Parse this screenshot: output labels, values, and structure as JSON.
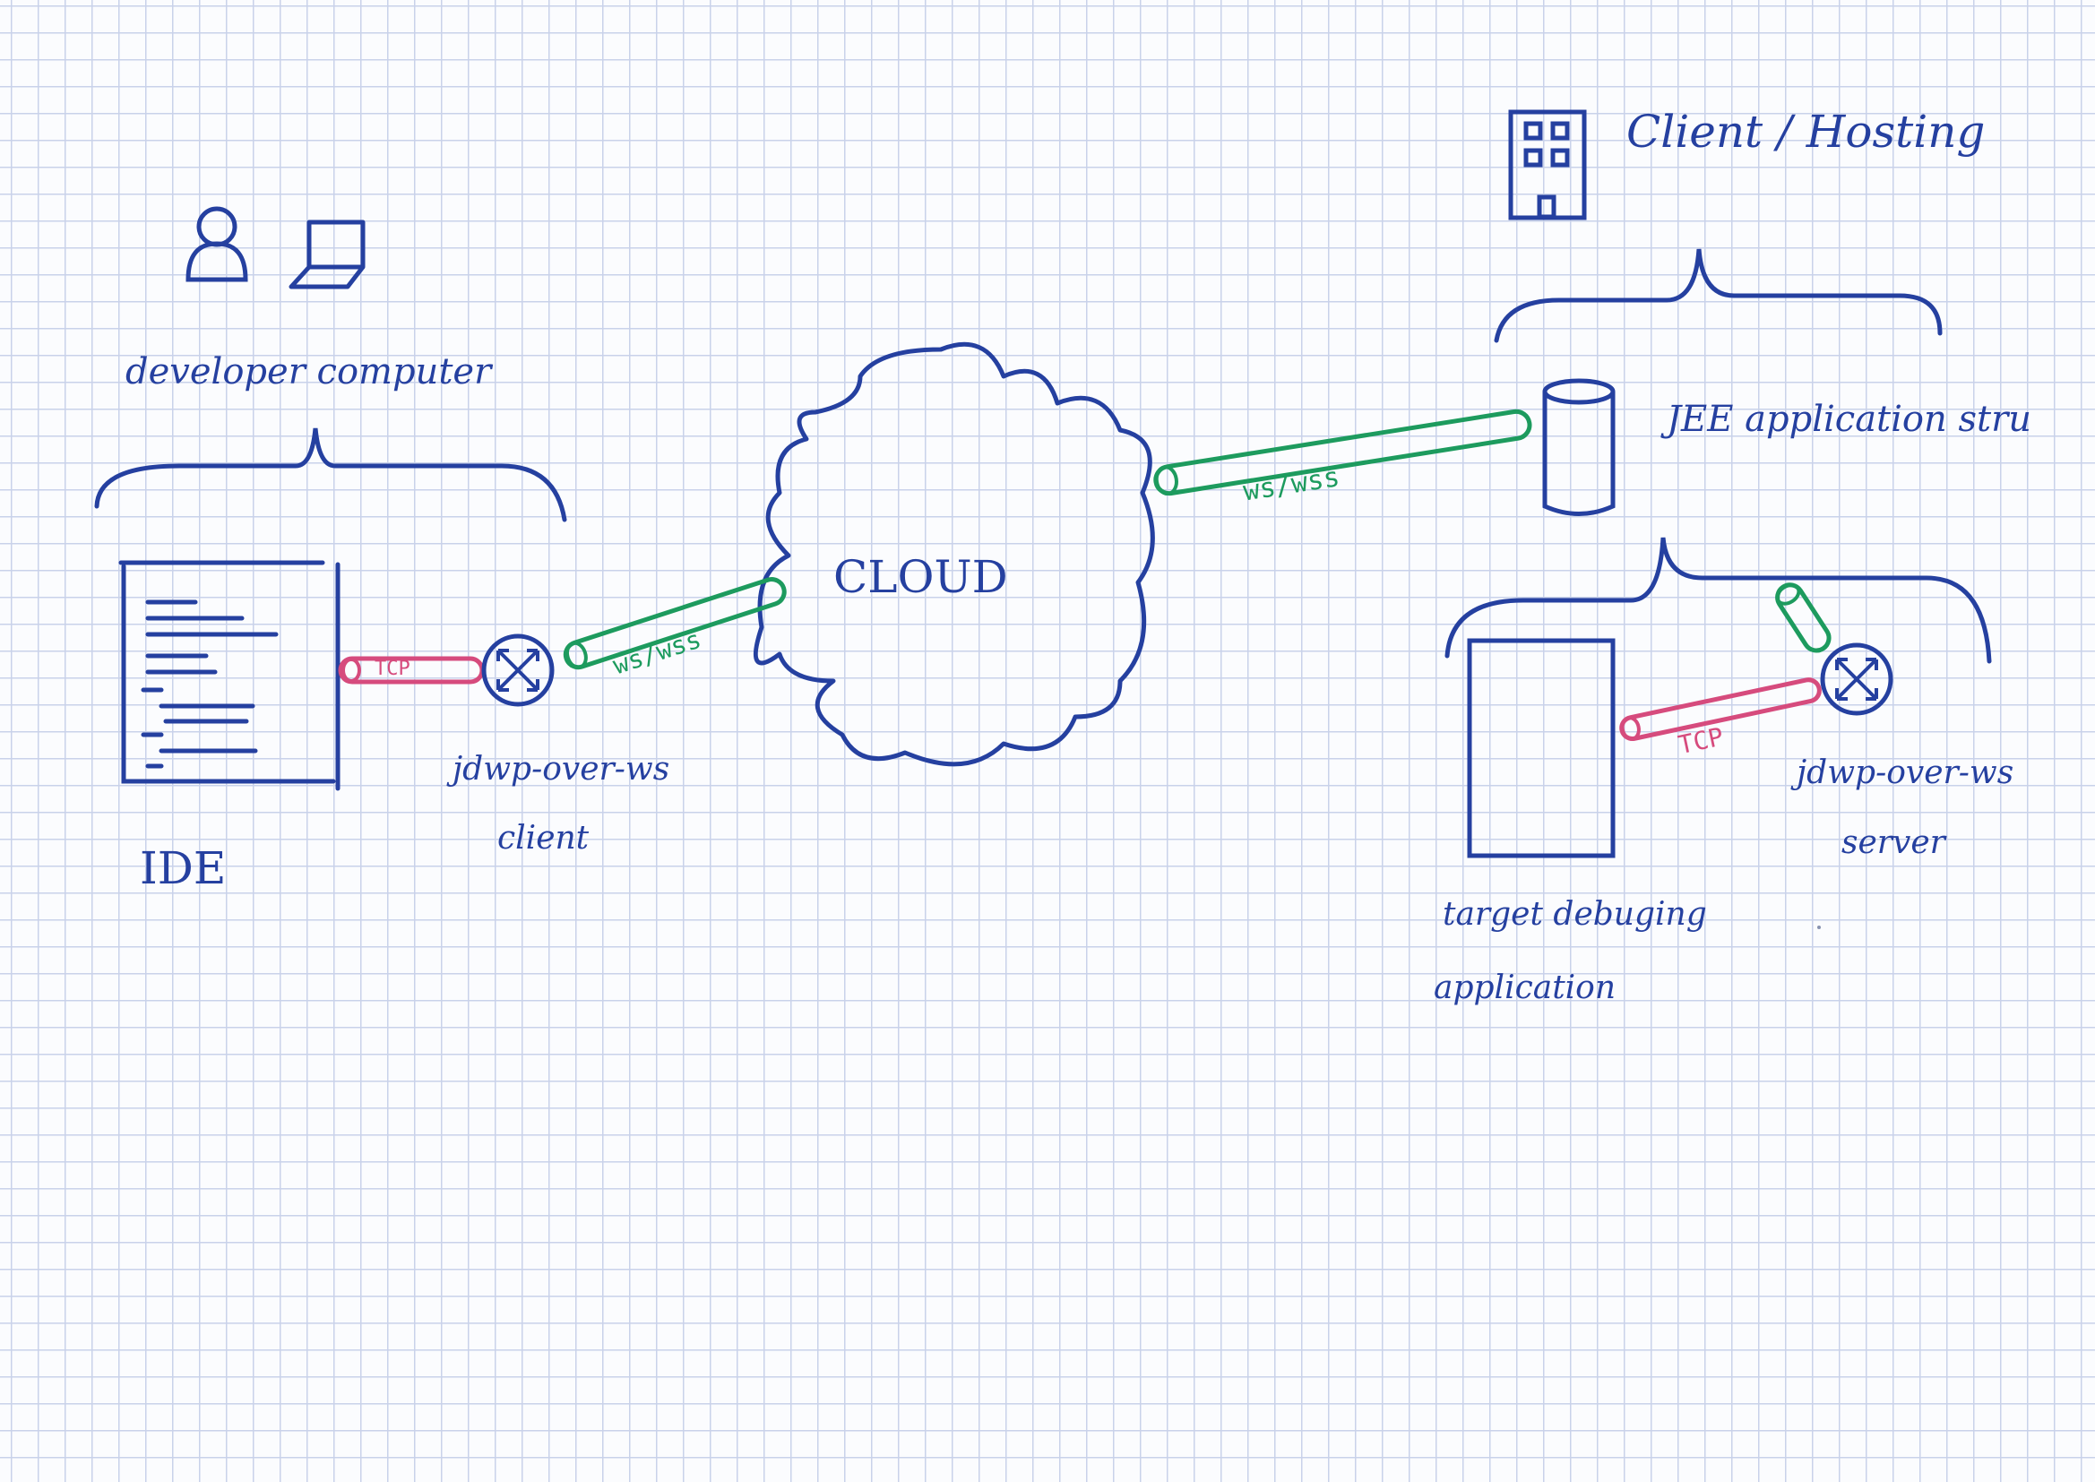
{
  "labels": {
    "developer_computer": "developer computer",
    "ide": "IDE",
    "client_node": [
      "jdwp-over-ws",
      "client"
    ],
    "cloud": "CLOUD",
    "client_hosting": "Client / Hosting",
    "jee_app": "JEE application stru",
    "target_app": [
      "target debuging",
      "application"
    ],
    "server_node": [
      "jdwp-over-ws",
      "server"
    ]
  },
  "connections": {
    "ide_to_client": "TCP",
    "client_to_cloud": "ws/wss",
    "cloud_to_jee": "ws/wss",
    "target_to_server": "TCP"
  },
  "colors": {
    "ink_blue": "#2540a0",
    "ws_green": "#1d9b5e",
    "tcp_pink": "#d64b7d",
    "grid": "#c9d2ea",
    "paper": "#fbfcfe"
  },
  "icons": [
    "person-icon",
    "laptop-icon",
    "building-icon",
    "database-icon",
    "ide-window-icon",
    "router-icon"
  ]
}
